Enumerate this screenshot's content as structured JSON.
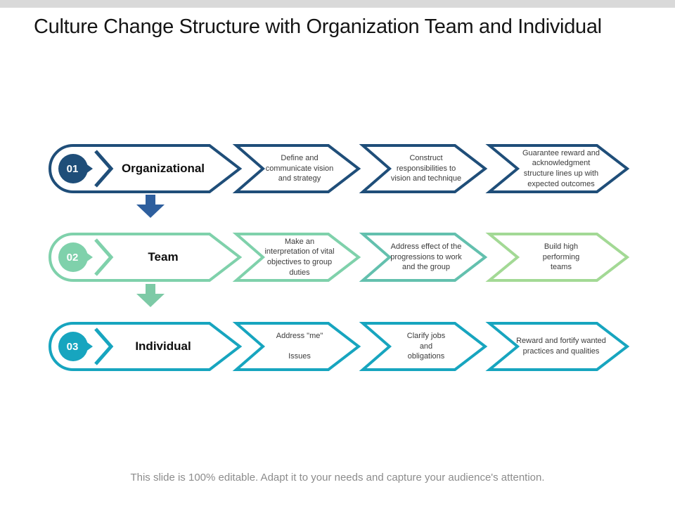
{
  "slide": {
    "top_bar_color": "#d9d9d9",
    "title": "Culture Change Structure with Organization Team and Individual",
    "footer": "This slide is 100% editable. Adapt it to your needs and capture your audience's attention."
  },
  "rows": [
    {
      "number": "01",
      "label": "Organizational",
      "steps": [
        "Define and communicate vision and strategy",
        "Construct responsibilities to vision and technique",
        "Guarantee reward and acknowledgment structure lines up with expected outcomes"
      ],
      "colors": {
        "shape": "#1f4e79",
        "step1": "#1f4e79",
        "step2": "#1f4e79",
        "step3": "#1f4e79",
        "down_arrow": "#2e5f9e"
      }
    },
    {
      "number": "02",
      "label": "Team",
      "steps": [
        "Make an interpretation of vital objectives to group duties",
        "Address effect of the progressions to work and the group",
        "Build high\nperforming\nteams"
      ],
      "colors": {
        "shape": "#7fd1ab",
        "step1": "#7fd1ab",
        "step2": "#63c0ae",
        "step3": "#a3d995",
        "down_arrow": "#7dcaa6"
      }
    },
    {
      "number": "03",
      "label": "Individual",
      "steps": [
        "Address \"me\"\n\nIssues",
        "Clarify jobs\nand\nobligations",
        "Reward and fortify wanted practices and qualities"
      ],
      "colors": {
        "shape": "#17a5bf",
        "step1": "#17a5bf",
        "step2": "#17a5bf",
        "step3": "#17a5bf"
      }
    }
  ]
}
